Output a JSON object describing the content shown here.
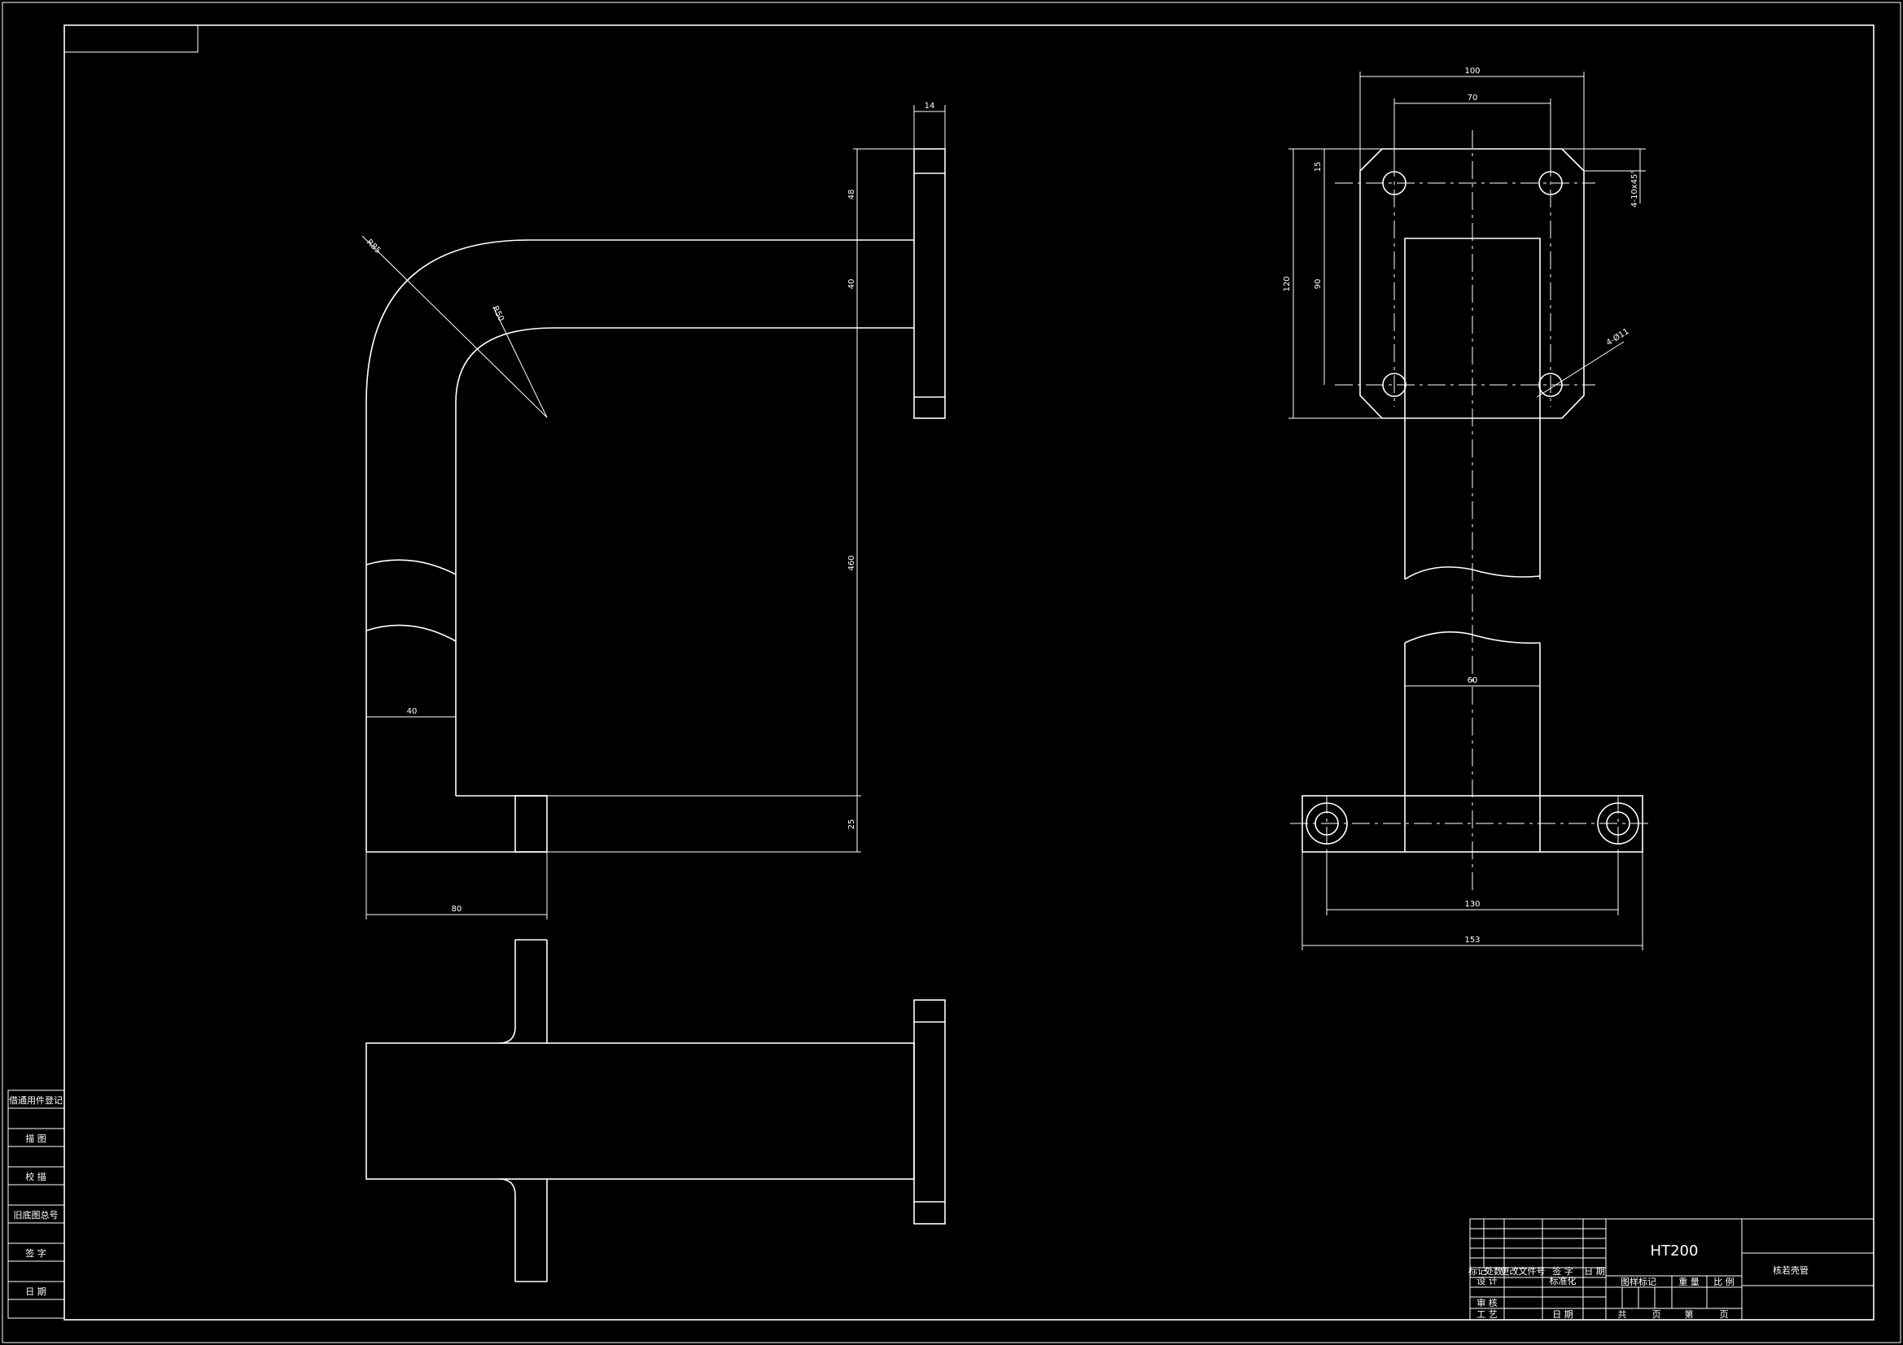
{
  "colors": {
    "background": "#000000",
    "lines": "#ffffff"
  },
  "dimensions": {
    "flange_thickness": "14",
    "flange_top_height": "48",
    "pipe_thickness_top": "40",
    "length": "460",
    "foot_height": "25",
    "wall_width": "40",
    "foot_width": "80",
    "outer_radius": "R85",
    "inner_radius": "R50",
    "plate_width_outer": "100",
    "plate_hole_spacing": "70",
    "plate_height": "120",
    "plate_hole_vertical": "90",
    "hole_offset": "15",
    "chamfer": "4-10x45°",
    "holes": "4-Ø11",
    "column_width": "60",
    "base_hole_spacing": "130",
    "base_width": "153"
  },
  "left_stamp": {
    "rows": [
      "借通用件登记",
      "描 图",
      "校 描",
      "旧底图总号",
      "签 字",
      "日 期"
    ]
  },
  "title_block": {
    "material": "HT200",
    "part_name": "核若壳管",
    "revision_headers": [
      "标记",
      "处数",
      "更改文件号",
      "签 字",
      "日 期"
    ],
    "design": "设 计",
    "standardization": "标准化",
    "stage_mark": "图样标记",
    "weight": "重 量",
    "scale": "比 例",
    "review": "审 核",
    "process": "工 艺",
    "date": "日 期",
    "sheet_total": "共",
    "sheet_unit": "页",
    "sheet_no": "第",
    "sheet_unit2": "页"
  }
}
